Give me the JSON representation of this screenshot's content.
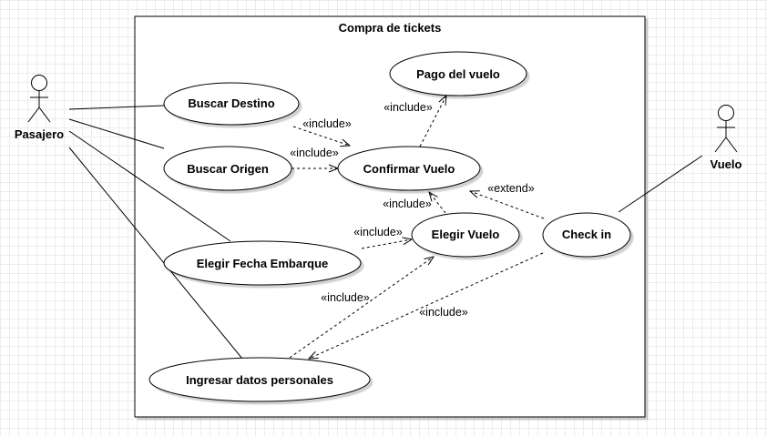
{
  "system": {
    "title": "Compra de tickets"
  },
  "actors": {
    "pasajero": "Pasajero",
    "vuelo": "Vuelo"
  },
  "use_cases": {
    "pago_vuelo": "Pago del vuelo",
    "buscar_destino": "Buscar Destino",
    "buscar_origen": "Buscar Origen",
    "confirmar_vuelo": "Confirmar Vuelo",
    "elegir_vuelo": "Elegir Vuelo",
    "check_in": "Check in",
    "elegir_fecha": "Elegir Fecha Embarque",
    "ingresar_datos": "Ingresar datos personales"
  },
  "relations": {
    "include_destino": "«include»",
    "include_origen": "«include»",
    "include_pago": "«include»",
    "include_elegir_confirmar": "«include»",
    "include_fecha": "«include»",
    "include_datos_elegir": "«include»",
    "include_checkin_datos": "«include»",
    "extend_checkin": "«extend»"
  }
}
